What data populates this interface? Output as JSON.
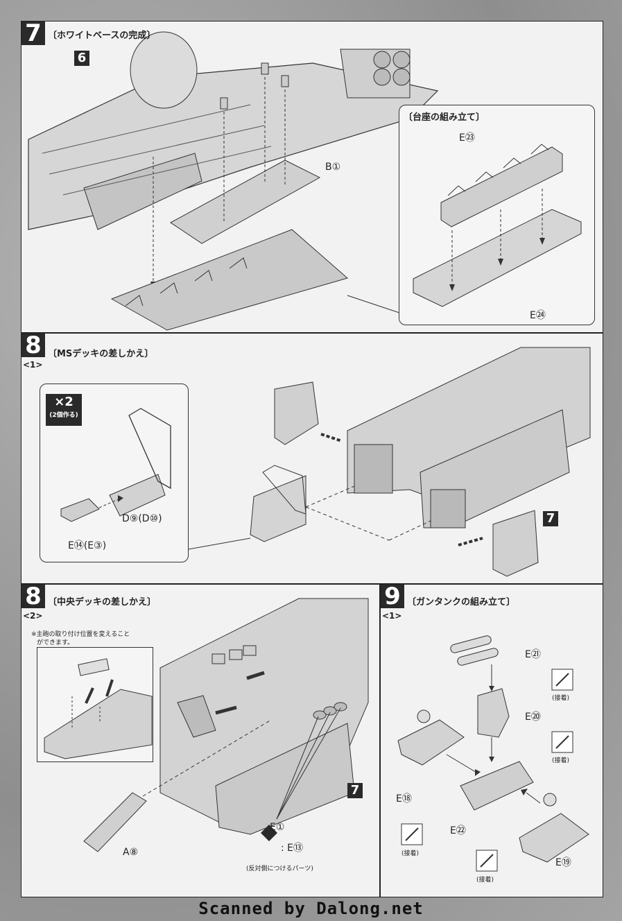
{
  "step7": {
    "number": "7",
    "title": "〔ホワイトベースの完成〕",
    "ref_tag": "6",
    "part_b1": "B①",
    "inset": {
      "title": "〔台座の組み立て〕",
      "part_e23": "E㉓",
      "part_e24": "E㉔"
    }
  },
  "step8_1": {
    "number": "8",
    "sub": "<1>",
    "title": "〔MSデッキの差しかえ〕",
    "badge_multiplier": "×2",
    "badge_caption": "(2個作る)",
    "part_d9": "D⑨(D⑩)",
    "part_e14": "E⑭(E③)",
    "ref_tag": "7"
  },
  "step8_2": {
    "number": "8",
    "sub": "<2>",
    "title": "〔中央デッキの差しかえ〕",
    "note_line1": "※主砲の取り付け位置を変えること",
    "note_line2": "ができます。",
    "part_a8": "A⑧",
    "part_e1": "E①",
    "part_e13": ": E⑬",
    "reverse_note": "(反対側につけるパーツ)",
    "ref_tag": "7"
  },
  "step9_1": {
    "number": "9",
    "sub": "<1>",
    "title": "〔ガンタンクの組み立て〕",
    "part_e21": "E㉑",
    "part_e20": "E⑳",
    "part_e18": "E⑱",
    "part_e22": "E㉒",
    "part_e19": "E⑲",
    "glue": "(接着)"
  },
  "footer": "Scanned by Dalong.net"
}
